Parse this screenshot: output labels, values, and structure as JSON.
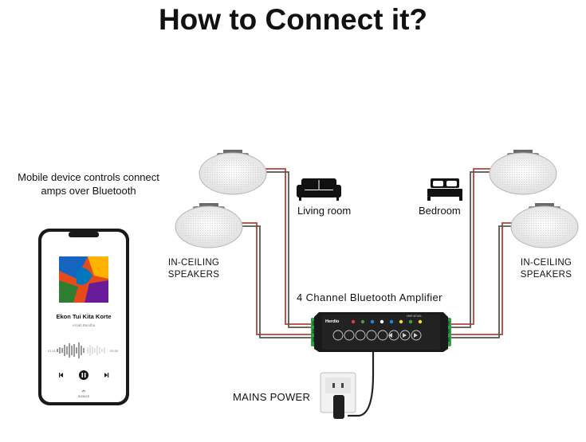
{
  "title": "How to Connect it?",
  "mobile_caption": {
    "line1": "Mobile device controls connect",
    "line2": "amps over Bluetooth"
  },
  "rooms": {
    "living_room": "Living room",
    "bedroom": "Bedroom"
  },
  "speakers": {
    "left_line1": "IN-CEILING",
    "left_line2": "SPEAKERS",
    "right_line1": "IN-CEILING",
    "right_line2": "SPEAKERS"
  },
  "amplifier": {
    "title": "4 Channel Bluetooth Amplifier",
    "brand": "Herdio",
    "model": "HRP-BT401"
  },
  "mains_power": "MAINS POWER",
  "phone": {
    "song_title": "Ekon Tui Kita Korte",
    "artist": "Arnab Bandha",
    "time_elapsed": "01:41",
    "time_total": "03:30",
    "bottom_tab": "SONGS"
  },
  "colors": {
    "wire_red": "#b8423a",
    "amp_body": "#1a1a1a",
    "terminal_green": "#2e9e4a"
  }
}
